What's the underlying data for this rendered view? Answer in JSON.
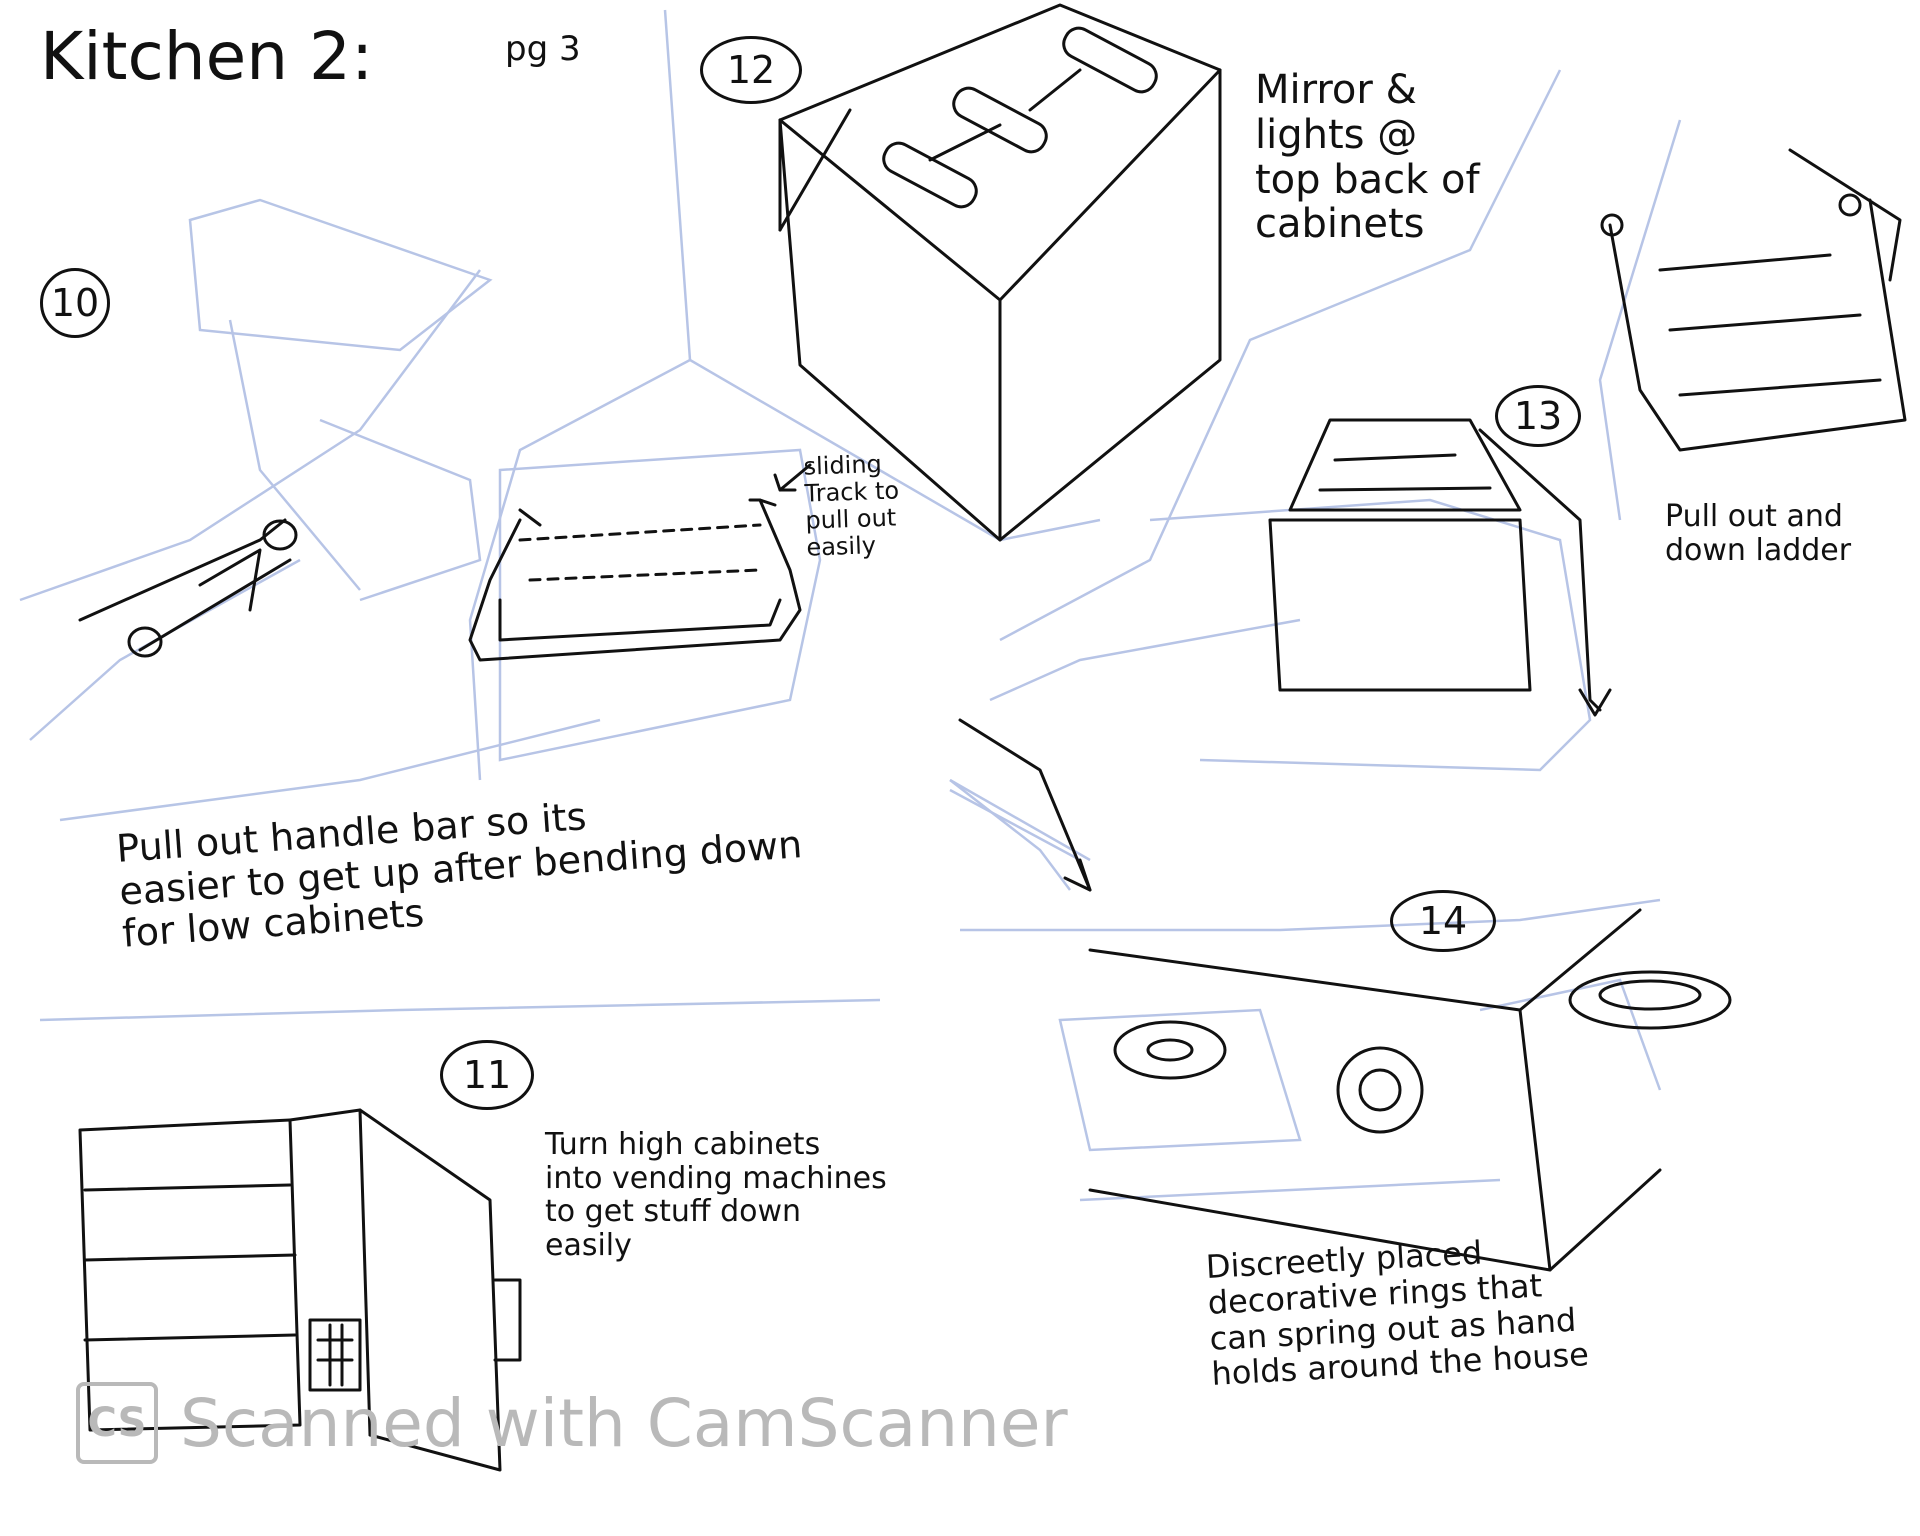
{
  "header": {
    "title": "Kitchen 2:",
    "page": "pg 3"
  },
  "sketch_10": {
    "number": "10",
    "callout": "sliding\nTrack to\npull out\neasily",
    "caption": "Pull out handle bar so its\neasier to get up after bending down\nfor low cabinets"
  },
  "sketch_11": {
    "number": "11",
    "caption": "Turn high cabinets\ninto vending machines\nto get stuff down\neasily"
  },
  "sketch_12": {
    "number": "12",
    "caption": "Mirror &\nlights @\ntop back of\ncabinets"
  },
  "sketch_13": {
    "number": "13",
    "caption": "Pull out and\ndown ladder"
  },
  "sketch_14": {
    "number": "14",
    "caption": "Discreetly placed\ndecorative rings that\ncan spring out as hand\nholds around the house"
  },
  "watermark": {
    "logo": "CS",
    "text": "Scanned with CamScanner"
  },
  "colors": {
    "ink": "#111111",
    "pencil_blue": "#8ea3d6",
    "watermark": "#b9b9b9"
  }
}
